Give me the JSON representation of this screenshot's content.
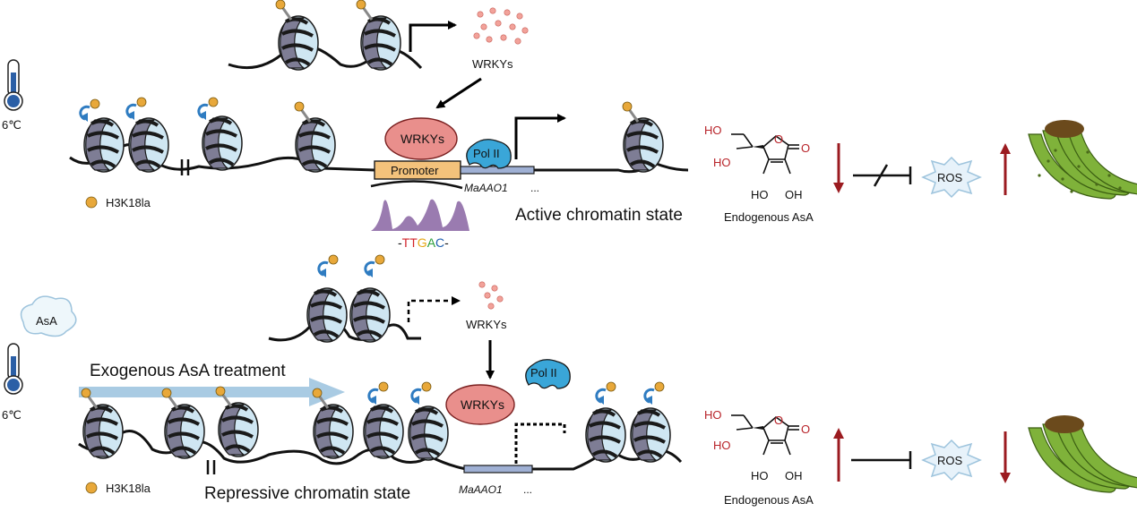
{
  "temperature": {
    "top": "6℃",
    "bottom": "6℃"
  },
  "labels": {
    "wrkys_gene_top": "WRKYs",
    "wrkys_gene_bottom": "WRKYs",
    "wrkys_protein_top": "WRKYs",
    "wrkys_protein_bottom": "WRKYs",
    "promoter": "Promoter",
    "pol2_top": "Pol II",
    "pol2_bottom": "Pol II",
    "gene_top": "MaAAO1",
    "gene_top_ellipsis": "...",
    "gene_bottom": "MaAAO1",
    "gene_bottom_ellipsis": "...",
    "active_state": "Active chromatin state",
    "repressive_state": "Repressive chromatin state",
    "legend_top": "H3K18la",
    "legend_bottom": "H3K18la",
    "exogenous": "Exogenous AsA treatment",
    "asa_cloud": "AsA",
    "ros_top": "ROS",
    "ros_bottom": "ROS",
    "endogenous_top": "Endogenous AsA",
    "endogenous_bottom": "Endogenous AsA"
  },
  "motif": {
    "dash_left": "-",
    "T1": "T",
    "T2": "T",
    "G": "G",
    "A": "A",
    "C": "C",
    "dash_right": "-"
  },
  "motif_colors": {
    "T": "#d2232a",
    "G": "#e6a817",
    "A": "#2a9d3a",
    "C": "#1f5fb0"
  },
  "molecule_atoms": {
    "HO_a": "HO",
    "HO_b": "HO",
    "O_ring": "O",
    "O_keto": "O",
    "OH_left": "HO",
    "OH_right": "OH"
  },
  "colors": {
    "histone_lactyl": "#e8a83a",
    "nucleosome_blue": "#cfe6f2",
    "promoter": "#f3c27b",
    "wrky": "#e98f8c",
    "pol2": "#3aa6d8",
    "peak": "#9a7bb0",
    "regulation_arrow": "#9b1b20",
    "banana_green": "#7fb23a",
    "treatment_arrow": "#a9cbe3"
  }
}
